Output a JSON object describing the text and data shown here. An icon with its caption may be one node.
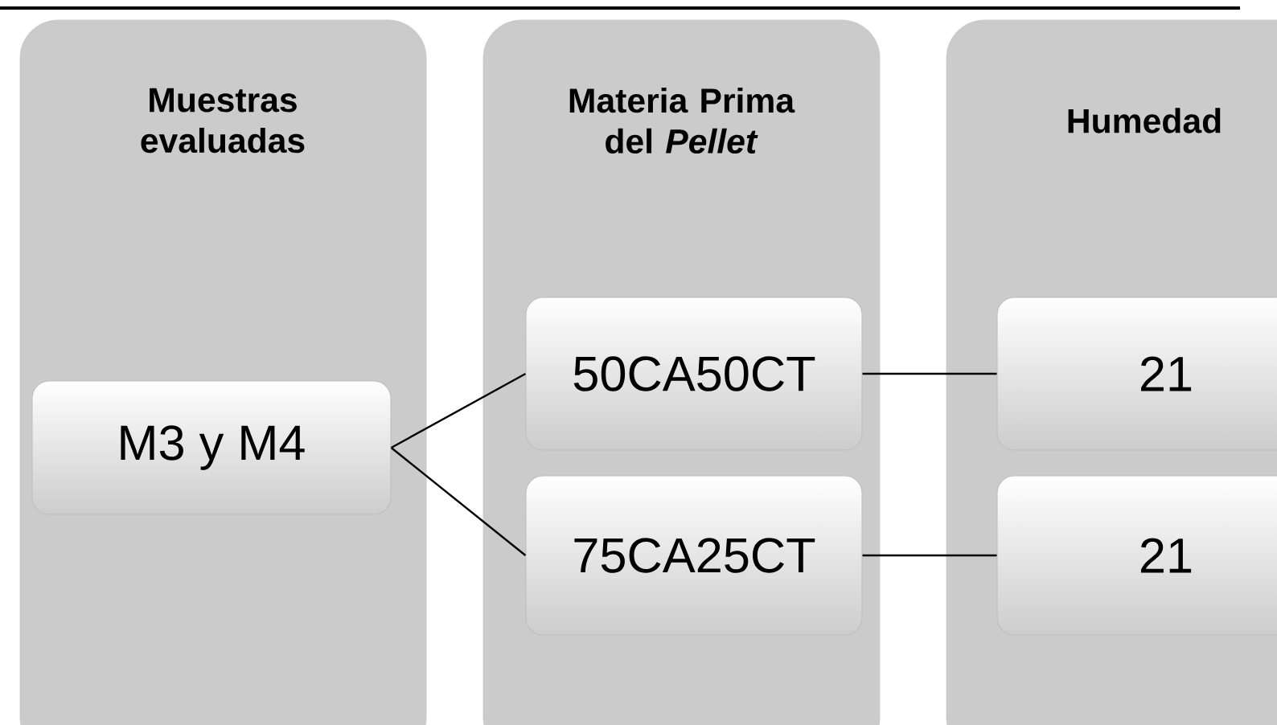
{
  "diagram": {
    "nodes": [
      {
        "text": [
          "Muestras evaluadas"
        ]
      },
      {
        "text": [
          "Materia Prima del *Pellet*"
        ]
      },
      {
        "text": [
          "Humedad"
        ]
      },
      {
        "text": [
          "M3 y M4"
        ],
        "in": 0
      },
      {
        "text": [
          "50CA50CT"
        ],
        "in": 1
      },
      {
        "text": [
          "75CA25CT"
        ],
        "in": 1
      },
      {
        "text": [
          "21"
        ],
        "in": 2
      },
      {
        "text": [
          "21"
        ],
        "in": 2
      }
    ],
    "edges": [
      {
        "from": 3,
        "to": 4,
        "arrow": "none"
      },
      {
        "from": 3,
        "to": 5,
        "arrow": "none"
      },
      {
        "from": 4,
        "to": 6,
        "arrow": "none"
      },
      {
        "from": 5,
        "to": 7,
        "arrow": "none"
      }
    ]
  }
}
